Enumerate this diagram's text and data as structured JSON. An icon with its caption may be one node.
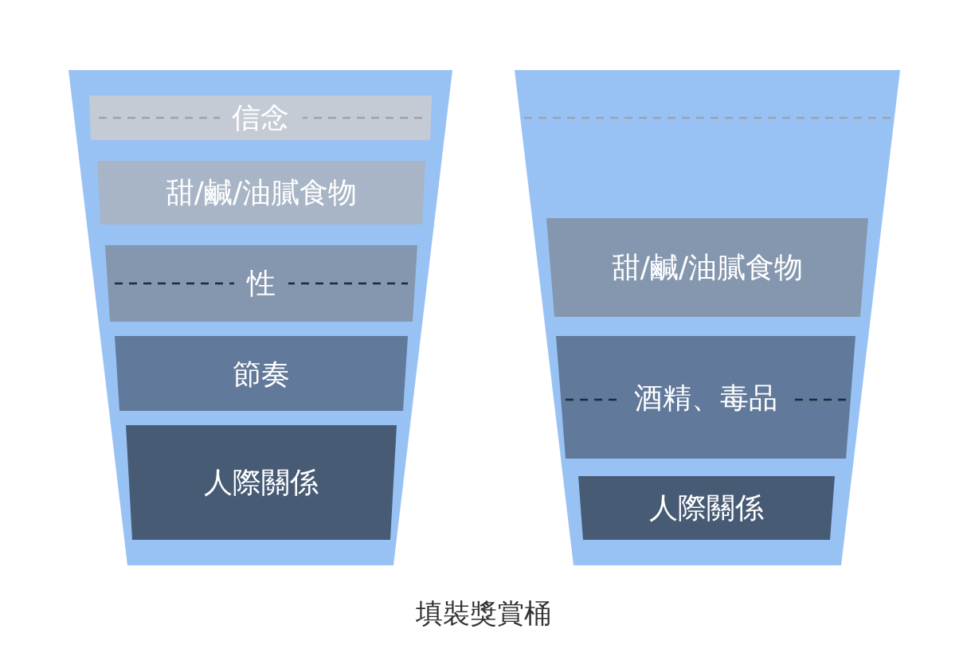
{
  "diagram": {
    "caption": "填裝獎賞桶",
    "nodes": [
      {
        "text": [],
        "shape": "bucket"
      },
      {
        "text": [
          "信念"
        ],
        "in": 0
      },
      {
        "text": [
          "甜/鹹/油膩食物"
        ],
        "in": 0
      },
      {
        "text": [
          "性"
        ],
        "in": 0
      },
      {
        "text": [
          "節奏"
        ],
        "in": 0
      },
      {
        "text": [
          "人際關係"
        ],
        "in": 0
      },
      {
        "text": [],
        "shape": "bucket"
      },
      {
        "text": [
          "甜/鹹/油膩食物"
        ],
        "in": 6
      },
      {
        "text": [
          "酒精、毒品"
        ],
        "in": 6
      },
      {
        "text": [
          "人際關係"
        ],
        "in": 6
      }
    ],
    "edges": []
  }
}
